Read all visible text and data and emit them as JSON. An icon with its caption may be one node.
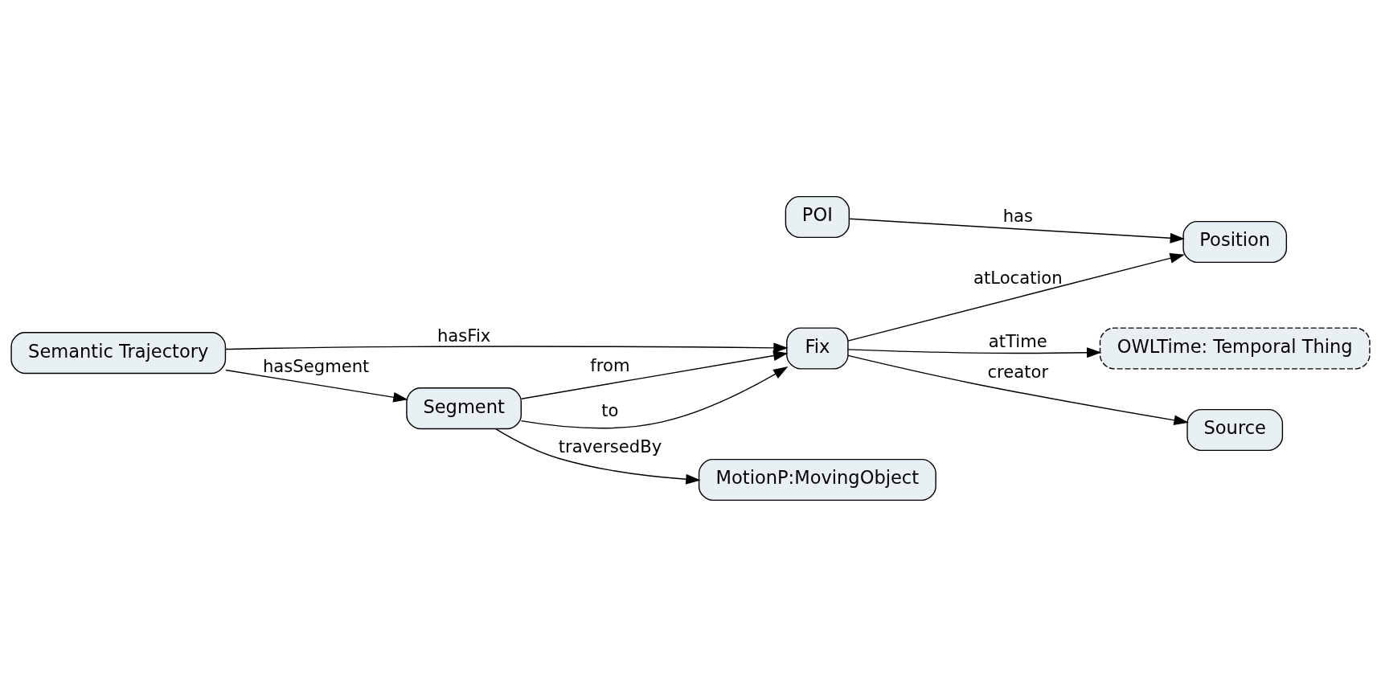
{
  "diagram": {
    "nodes": [
      {
        "text": [
          "OWLTime: Temporal Thing"
        ]
      },
      {
        "text": [
          "Source"
        ]
      },
      {
        "text": [
          "Fix"
        ]
      },
      {
        "text": [
          "Position"
        ]
      },
      {
        "text": [
          "Semantic Trajectory"
        ]
      },
      {
        "text": [
          "POI"
        ]
      },
      {
        "text": [
          "Segment"
        ]
      },
      {
        "text": [
          "MotionP:MovingObject"
        ]
      }
    ],
    "edges": [
      {
        "from": 2,
        "to": 1,
        "arrow": "to",
        "label": "creator"
      },
      {
        "from": 2,
        "to": 0,
        "arrow": "to",
        "label": "atTime"
      },
      {
        "from": 2,
        "to": 3,
        "arrow": "to",
        "label": "atLocation"
      },
      {
        "from": 4,
        "to": 2,
        "arrow": "to",
        "label": "hasFix"
      },
      {
        "from": 6,
        "to": 2,
        "arrow": "to",
        "label": "from"
      },
      {
        "from": 6,
        "to": 2,
        "arrow": "to",
        "label": "to"
      },
      {
        "from": 5,
        "to": 3,
        "arrow": "to",
        "label": "has"
      },
      {
        "from": 4,
        "to": 6,
        "arrow": "to",
        "label": "hasSegment"
      },
      {
        "from": 6,
        "to": 7,
        "arrow": "to",
        "label": "traversedBy"
      }
    ]
  }
}
